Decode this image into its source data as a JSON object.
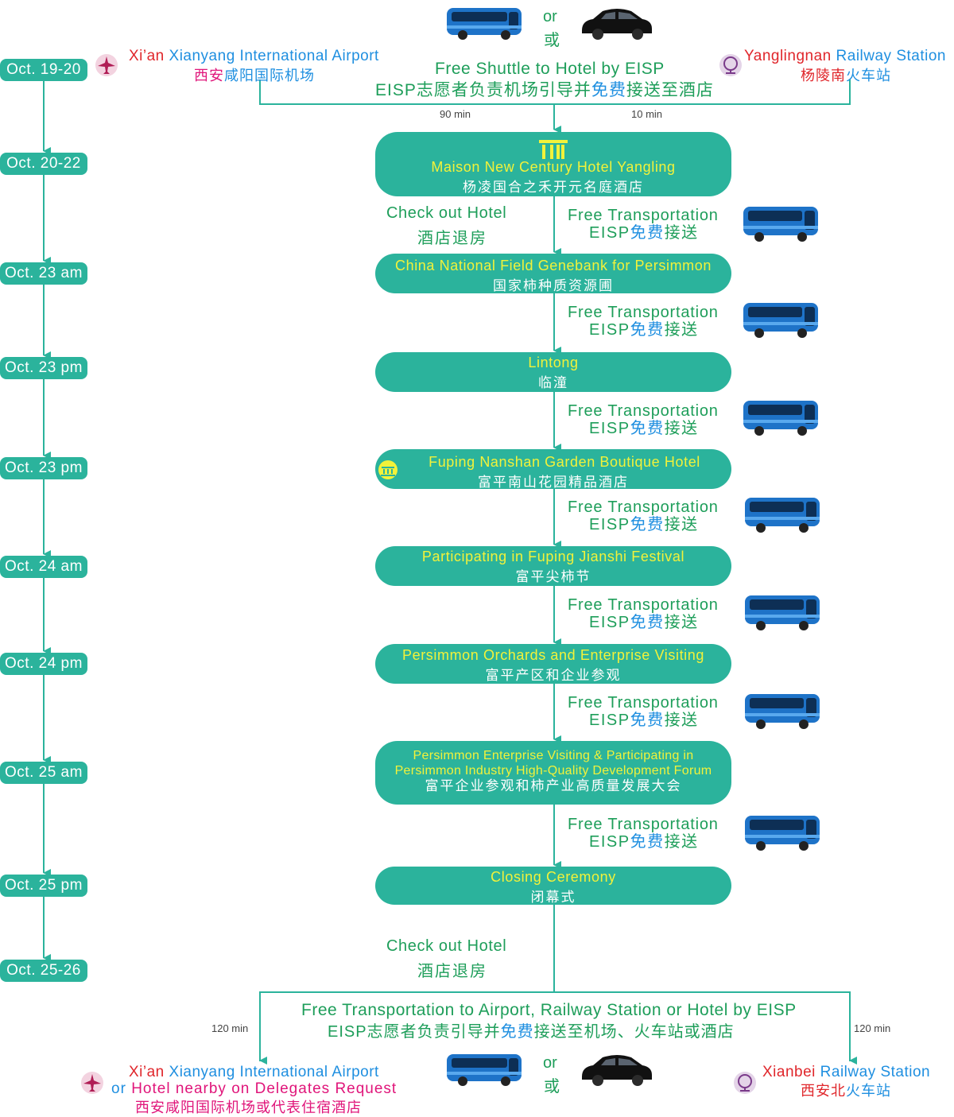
{
  "colors": {
    "teal": "#2bb39c",
    "yellow": "#f2f23a",
    "green": "#1e9e5a",
    "blue": "#1f8fe0",
    "red": "#e0262b",
    "magenta": "#e0157a"
  },
  "dates": [
    "Oct. 19-20",
    "Oct. 20-22",
    "Oct. 23 am",
    "Oct. 23 pm",
    "Oct. 23 pm",
    "Oct. 24 am",
    "Oct. 24 pm",
    "Oct. 25 am",
    "Oct. 25 pm",
    "Oct. 25-26"
  ],
  "top": {
    "or_en": "or",
    "or_zh": "或",
    "airport_1": "Xi’an",
    "airport_2": "Xianyang International Airport",
    "airport_zh_1": "西安",
    "airport_zh_2": "咸阳国际机场",
    "station_1": "Yanglingnan",
    "station_2": "Railway Station",
    "station_zh_1": "杨陵南",
    "station_zh_2": "火车站",
    "shuttle_en": "Free Shuttle to Hotel by EISP",
    "shuttle_zh_1": "EISP志愿者负责机场引导并",
    "shuttle_zh_2": "免费",
    "shuttle_zh_3": "接送至酒店",
    "dur_left": "90 min",
    "dur_right": "10 min"
  },
  "stages": [
    {
      "en": "Maison New Century Hotel Yangling",
      "zh": "杨凌国合之禾开元名庭酒店"
    },
    {
      "en": "China National Field Genebank for Persimmon",
      "zh": "国家柿种质资源圃"
    },
    {
      "en": "Lintong",
      "zh": "临潼"
    },
    {
      "en": "Fuping Nanshan Garden Boutique Hotel",
      "zh": "富平南山花园精品酒店"
    },
    {
      "en": "Participating in Fuping Jianshi Festival",
      "zh": "富平尖柿节"
    },
    {
      "en": "Persimmon Orchards and Enterprise Visiting",
      "zh": "富平产区和企业参观"
    },
    {
      "en1": "Persimmon Enterprise Visiting & Participating in",
      "en2": "Persimmon Industry High-Quality Development Forum",
      "zh": "富平企业参观和柿产业高质量发展大会"
    },
    {
      "en": "Closing Ceremony",
      "zh": "闭幕式"
    }
  ],
  "checkout": {
    "en": "Check out Hotel",
    "zh": "酒店退房"
  },
  "transport": {
    "en": "Free Transportation",
    "zh_1": "EISP",
    "zh_2": "免费",
    "zh_3": "接送"
  },
  "bottom": {
    "free_en": "Free Transportation to Airport, Railway Station or Hotel by EISP",
    "free_zh_1": "EISP志愿者负责引导并",
    "free_zh_2": "免费",
    "free_zh_3": "接送至机场、火车站或酒店",
    "dur_left": "120 min",
    "dur_right": "120 min",
    "airport_1": "Xi’an",
    "airport_2": "Xianyang International Airport",
    "hotel_1": "or",
    "hotel_2": "Hotel nearby on Delegates Request",
    "airport_zh": "西安咸阳国际机场或代表住宿酒店",
    "station_1": "Xianbei",
    "station_2": "Railway Station",
    "station_zh_1": "西安北",
    "station_zh_2": "火车站",
    "or_en": "or",
    "or_zh": "或"
  }
}
